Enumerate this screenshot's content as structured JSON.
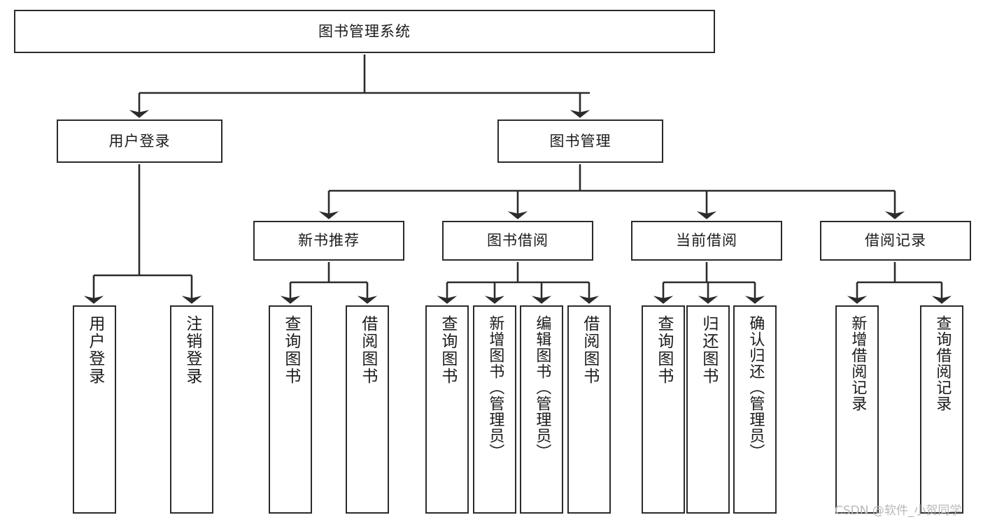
{
  "diagram": {
    "type": "tree-hierarchy-diagram",
    "title": "图书管理系统",
    "watermark": "CSDN @软件_小贺同学",
    "theme": {
      "background": "#ffffff",
      "box_fill": "#ffffff",
      "box_border": "#2b2b2b",
      "line_color": "#2b2b2b",
      "text_color": "#1b1b1b",
      "watermark_color": "#b8b8b8"
    },
    "nodes": {
      "root": {
        "label": "图书管理系统"
      },
      "level2": [
        {
          "id": "user-login",
          "label": "用户登录"
        },
        {
          "id": "book-manage",
          "label": "图书管理"
        }
      ],
      "level3": [
        {
          "id": "new-book-recommend",
          "label": "新书推荐"
        },
        {
          "id": "book-borrow",
          "label": "图书借阅"
        },
        {
          "id": "current-borrow",
          "label": "当前借阅"
        },
        {
          "id": "borrow-record",
          "label": "借阅记录"
        }
      ],
      "leaves": {
        "user_login": [
          {
            "id": "leaf-user-login",
            "label": "用户登录"
          },
          {
            "id": "leaf-logout-login",
            "label": "注销登录"
          }
        ],
        "new_book_recommend": [
          {
            "id": "leaf-query-book-1",
            "label": "查询图书"
          },
          {
            "id": "leaf-borrow-book-1",
            "label": "借阅图书"
          }
        ],
        "book_borrow": [
          {
            "id": "leaf-query-book-2",
            "label": "查询图书"
          },
          {
            "id": "leaf-add-book",
            "label": "新增图书（管理员）"
          },
          {
            "id": "leaf-edit-book",
            "label": "编辑图书（管理员）"
          },
          {
            "id": "leaf-borrow-book-2",
            "label": "借阅图书"
          }
        ],
        "current_borrow": [
          {
            "id": "leaf-query-book-3",
            "label": "查询图书"
          },
          {
            "id": "leaf-return-book",
            "label": "归还图书"
          },
          {
            "id": "leaf-confirm-return",
            "label": "确认归还（管理员）"
          }
        ],
        "borrow_record": [
          {
            "id": "leaf-add-borrow-record",
            "label": "新增借阅记录"
          },
          {
            "id": "leaf-query-borrow-record",
            "label": "查询借阅记录"
          }
        ]
      }
    }
  }
}
